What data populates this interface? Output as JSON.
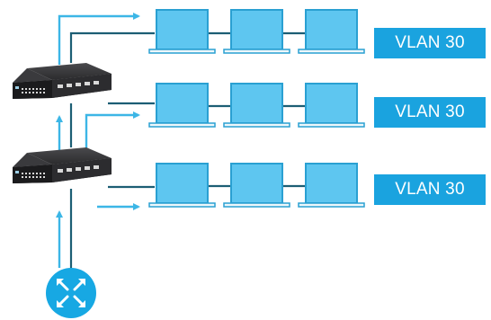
{
  "diagram": {
    "vlan_labels": [
      "VLAN 30",
      "VLAN 30",
      "VLAN 30"
    ],
    "colors": {
      "badge": "#1aa3df",
      "cable": "#1c5e74",
      "flow_arrow": "#3cb6e6",
      "screen": "#5ec6f0",
      "screen_border": "#2aa0d2",
      "switch_body": "#2b2b2d",
      "router": "#17a8e3"
    },
    "icons": [
      "switch-icon",
      "router-icon",
      "laptop-icon"
    ]
  }
}
